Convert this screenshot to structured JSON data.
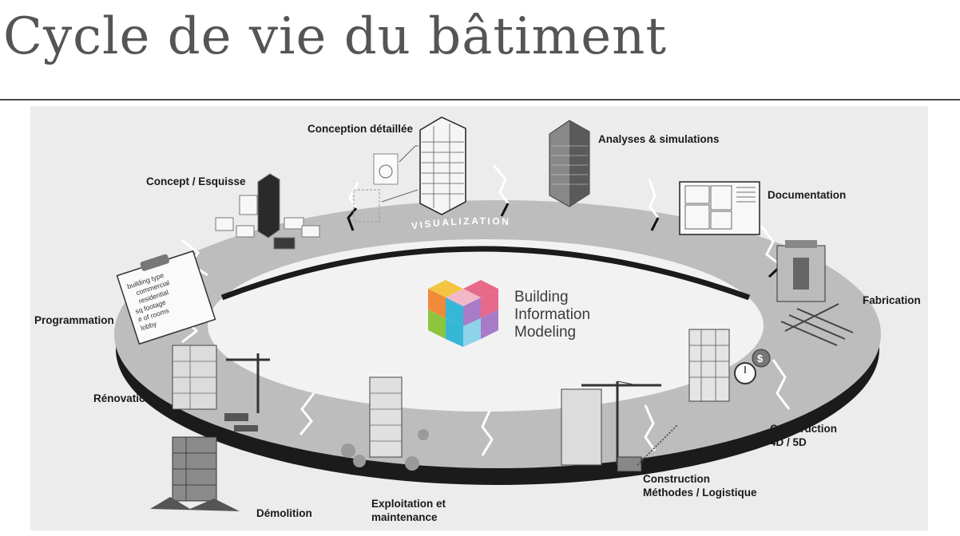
{
  "page": {
    "title": "Cycle de vie du bâtiment"
  },
  "diagram": {
    "ring_text": "VISUALIZATION",
    "center": {
      "line1": "Building",
      "line2": "Information",
      "line3": "Modeling"
    },
    "stages": {
      "concept": "Concept / Esquisse",
      "conception": "Conception détaillée",
      "analyses": "Analyses & simulations",
      "documentation": "Documentation",
      "fabrication": "Fabrication",
      "construction_4d5d": {
        "line1": "Construction",
        "line2": "4D / 5D"
      },
      "construction_methodes": {
        "line1": "Construction",
        "line2": "Méthodes / Logistique"
      },
      "exploitation": {
        "line1": "Exploitation et",
        "line2": "maintenance"
      },
      "demolition": "Démolition",
      "renovation": "Rénovation",
      "programmation": "Programmation"
    },
    "checklist": [
      "building type",
      "commercial",
      "residential",
      "sq footage",
      "# of rooms",
      "lobby"
    ]
  },
  "colors": {
    "ring_top": "#bdbdbd",
    "ring_band": "#141414",
    "panel_bg": "#ececec",
    "logo_orange": "#f08a3a",
    "logo_pink": "#e86a8a",
    "logo_purple": "#a77bc8",
    "logo_cyan": "#37b7d6",
    "logo_green": "#8cc63f",
    "logo_yellow": "#f4c542"
  }
}
